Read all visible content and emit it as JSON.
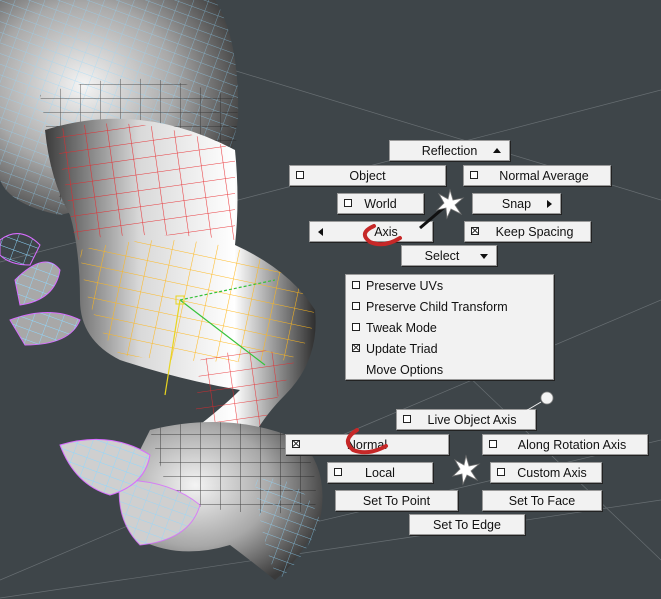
{
  "colors": {
    "viewport_bg": "#3e4549",
    "menu_bg": "#f2f2f2",
    "wireframe": "#8fd8ff",
    "wire_hot": "#e8262a",
    "wire_warm": "#ffbe1e",
    "selection_wire": "#d86cff"
  },
  "upper_menu": {
    "reflection": "Reflection",
    "object": "Object",
    "normal_average": "Normal Average",
    "world": "World",
    "snap": "Snap",
    "axis": "Axis",
    "keep_spacing": "Keep Spacing",
    "select": "Select"
  },
  "options_menu": {
    "items": [
      {
        "label": "Preserve UVs",
        "checked": false
      },
      {
        "label": "Preserve Child Transform",
        "checked": false
      },
      {
        "label": "Tweak Mode",
        "checked": false
      },
      {
        "label": "Update Triad",
        "checked": true
      },
      {
        "label": "Move Options",
        "checked": null
      }
    ]
  },
  "lower_menu": {
    "live_object_axis": "Live Object Axis",
    "normal": "Normal",
    "along_rotation_axis": "Along Rotation Axis",
    "local": "Local",
    "custom_axis": "Custom Axis",
    "set_to_point": "Set To Point",
    "set_to_face": "Set To Face",
    "set_to_edge": "Set To Edge"
  },
  "icons": [
    "star-cursor-icon",
    "manipulator-arc-icon",
    "checkbox-icon",
    "arrow-icon"
  ]
}
